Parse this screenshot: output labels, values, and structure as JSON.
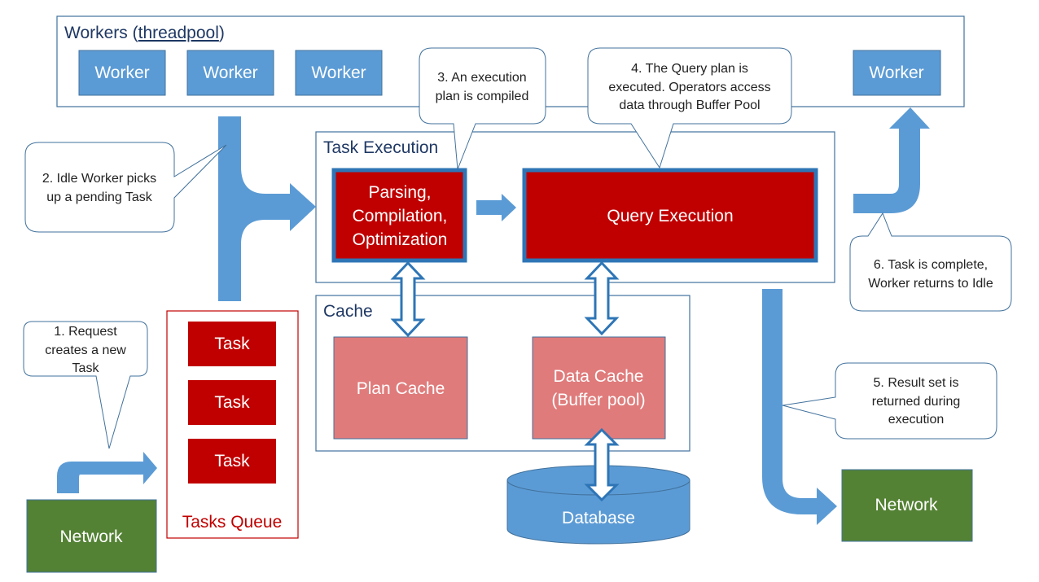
{
  "colors": {
    "worker_fill": "#5b9bd5",
    "task_fill": "#c00000",
    "cache_fill": "#e07b7b",
    "network_fill": "#548235",
    "arrow_fill": "#5b9bd5",
    "panel_border": "#41719c",
    "queue_border": "#c00000"
  },
  "workers": {
    "title_prefix": "Workers (",
    "title_word": "threadpool",
    "title_suffix": ")",
    "items": [
      "Worker",
      "Worker",
      "Worker"
    ],
    "idle_worker": "Worker"
  },
  "task_execution": {
    "title": "Task Execution",
    "parsing": [
      "Parsing,",
      "Compilation,",
      "Optimization"
    ],
    "query_execution": "Query Execution"
  },
  "cache": {
    "title": "Cache",
    "plan_cache": "Plan Cache",
    "data_cache": [
      "Data Cache",
      "(Buffer pool)"
    ]
  },
  "database": "Database",
  "tasks_queue": {
    "tasks": [
      "Task",
      "Task",
      "Task"
    ],
    "label": "Tasks Queue"
  },
  "network_in": "Network",
  "network_out": "Network",
  "callouts": {
    "step1": [
      "1. Request",
      "creates a new",
      "Task"
    ],
    "step2": [
      "2. Idle Worker picks",
      "up a pending Task"
    ],
    "step3": [
      "3. An execution",
      "plan is compiled"
    ],
    "step4": [
      "4. The Query plan is",
      "executed. Operators access",
      "data through Buffer Pool"
    ],
    "step5": [
      "5. Result set is",
      "returned during",
      "execution"
    ],
    "step6": [
      "6. Task is complete,",
      "Worker returns to Idle"
    ]
  }
}
